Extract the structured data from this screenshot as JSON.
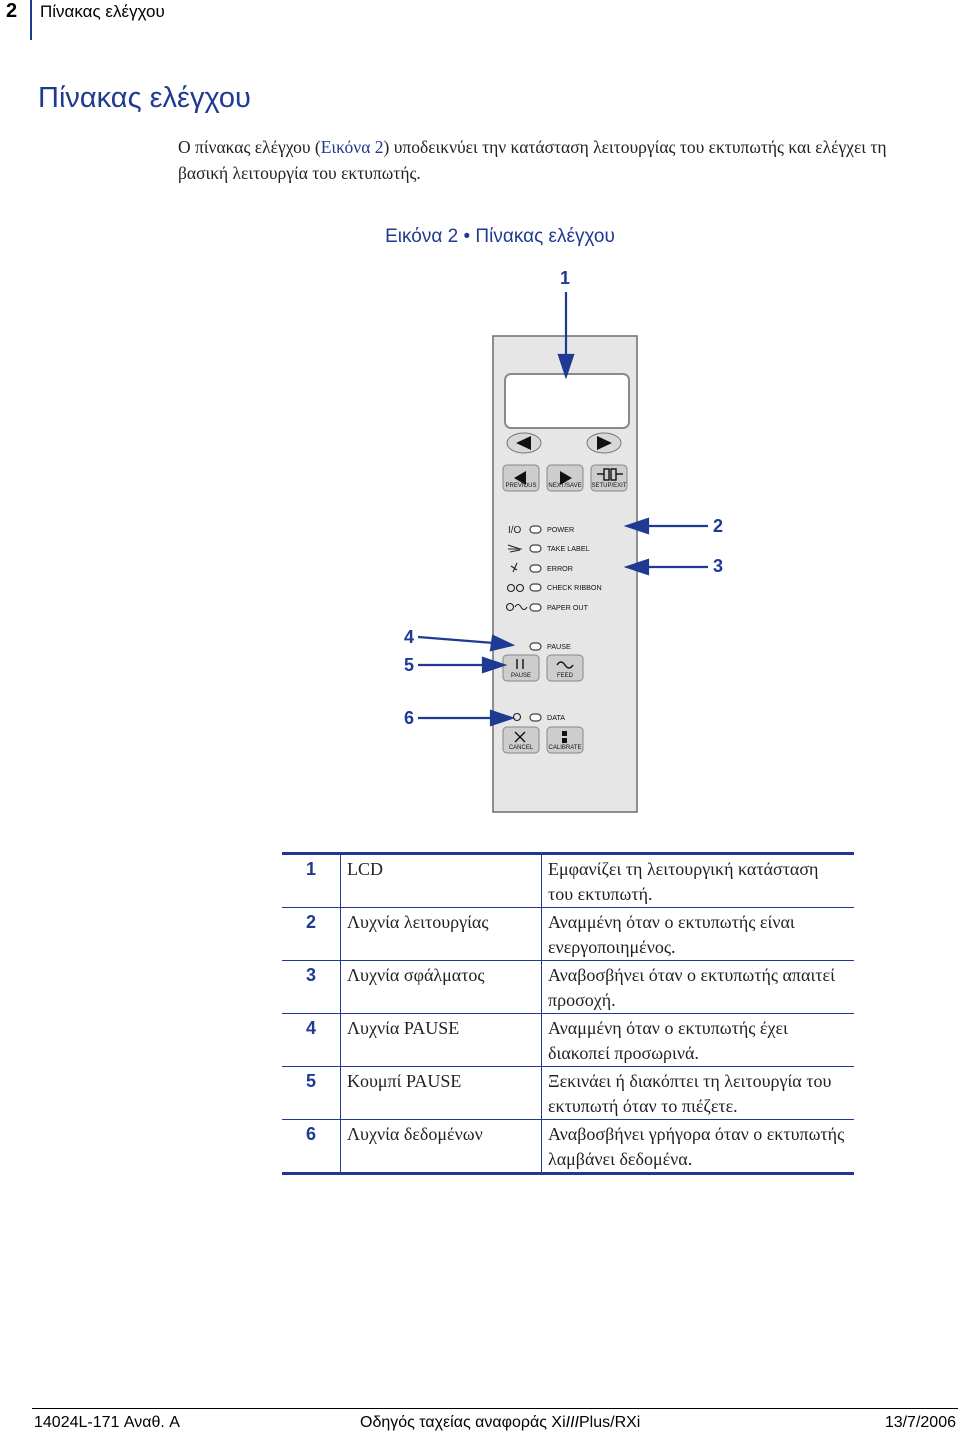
{
  "header": {
    "page_number": "2",
    "section_title": "Πίνακας ελέγχου"
  },
  "page_title": "Πίνακας ελέγχου",
  "intro": {
    "before": "Ο πίνακας ελέγχου (",
    "xref": "Εικόνα 2",
    "after": ") υποδεικνύει την κατάσταση λειτουργίας του εκτυπωτής και ελέγχει τη βασική λειτουργία του εκτυπωτής."
  },
  "figure": {
    "caption": "Εικόνα 2 • Πίνακας ελέγχου",
    "callouts": [
      "1",
      "2",
      "3",
      "4",
      "5",
      "6"
    ],
    "panel": {
      "nav_buttons": [
        "PREVIOUS",
        "NEXT/SAVE",
        "SETUP/EXIT"
      ],
      "indicators": [
        "POWER",
        "TAKE LABEL",
        "ERROR",
        "CHECK RIBBON",
        "PAPER OUT"
      ],
      "pause_indicator": "PAUSE",
      "pause_buttons": [
        "PAUSE",
        "FEED"
      ],
      "data_indicator": "DATA",
      "data_buttons": [
        "CANCEL",
        "CALIBRATE"
      ],
      "power_symbol": "I/O"
    }
  },
  "legend": [
    {
      "num": "1",
      "part": "LCD",
      "desc": "Εμφανίζει τη λειτουργική κατάσταση του εκτυπωτή."
    },
    {
      "num": "2",
      "part": "Λυχνία λειτουργίας",
      "desc": "Αναμμένη όταν ο εκτυπωτής είναι ενεργοποιημένος."
    },
    {
      "num": "3",
      "part": "Λυχνία σφάλματος",
      "desc": "Αναβοσβήνει όταν ο εκτυπωτής απαιτεί προσοχή."
    },
    {
      "num": "4",
      "part": "Λυχνία PAUSE",
      "desc": "Αναμμένη όταν ο εκτυπωτής έχει διακοπεί προσωρινά."
    },
    {
      "num": "5",
      "part": "Κουμπί PAUSE",
      "desc": "Ξεκινάει ή διακόπτει τη λειτουργία του εκτυπωτή όταν το πιέζετε."
    },
    {
      "num": "6",
      "part": "Λυχνία δεδομένων",
      "desc": "Αναβοσβήνει γρήγορα όταν ο εκτυπωτής λαμβάνει δεδομένα."
    }
  ],
  "footer": {
    "left": "14024L-171 Αναθ. A",
    "center_prefix": "Οδηγός ταχείας αναφοράς Xi",
    "center_italic": "III",
    "center_suffix": "Plus/RXi",
    "right": "13/7/2006"
  },
  "colors": {
    "accent": "#1f3a93",
    "panel": "#e8e8e8",
    "button": "#cfcfcf"
  }
}
